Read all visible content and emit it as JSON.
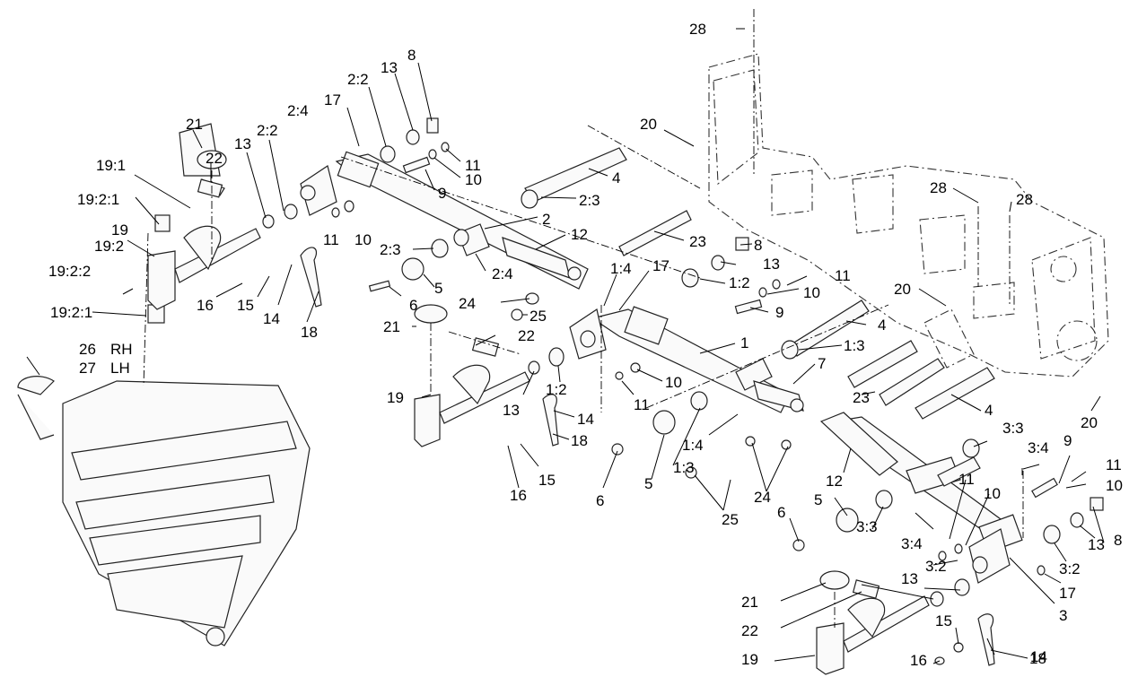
{
  "labels": {
    "l_28a": "28",
    "l_8a": "8",
    "l_13a": "13",
    "l_2_2a": "2:2",
    "l_21a": "21",
    "l_2_4a": "2:4",
    "l_17a": "17",
    "l_2_2b": "2:2",
    "l_13b": "13",
    "l_19_1": "19:1",
    "l_22a": "22",
    "l_11a": "11",
    "l_10a": "10",
    "l_9a": "9",
    "l_20a": "20",
    "l_4a": "4",
    "l_2_3a": "2:3",
    "l_19_2_1a": "19:2:1",
    "l_2": "2",
    "l_11b": "11",
    "l_10b": "10",
    "l_28b": "28",
    "l_28c": "28",
    "l_12a": "12",
    "l_19": "19",
    "l_19_2": "19:2",
    "l_2_3b": "2:3",
    "l_23a": "23",
    "l_8b": "8",
    "l_13c": "13",
    "l_19_2_2": "19:2:2",
    "l_1_4a": "1:4",
    "l_17b": "17",
    "l_2_4b": "2:4",
    "l_5a": "5",
    "l_11c": "11",
    "l_1_2a": "1:2",
    "l_10c": "10",
    "l_16a": "16",
    "l_15a": "15",
    "l_6a": "6",
    "l_20b": "20",
    "l_24a": "24",
    "l_9b": "9",
    "l_14a": "14",
    "l_18a": "18",
    "l_19_2_1b": "19:2:1",
    "l_25a": "25",
    "l_4b": "4",
    "l_21b": "21",
    "l_22b": "22",
    "l_1": "1",
    "l_1_3a": "1:3",
    "l_26": "26",
    "l_rh": "RH",
    "l_27": "27",
    "l_lh": "LH",
    "l_7": "7",
    "l_10d": "10",
    "l_11d": "11",
    "l_23b": "23",
    "l_19b": "19",
    "l_13d": "13",
    "l_1_2b": "1:2",
    "l_14b": "14",
    "l_18b": "18",
    "l_4c": "4",
    "l_20c": "20",
    "l_1_4b": "1:4",
    "l_3_3a": "3:3",
    "l_9c": "9",
    "l_3_4a": "3:4",
    "l_11e": "11",
    "l_15b": "15",
    "l_6b": "6",
    "l_12b": "12",
    "l_16b": "16",
    "l_1_3b": "1:3",
    "l_5b": "5",
    "l_24b": "24",
    "l_11f": "11",
    "l_10e": "10",
    "l_10f": "10",
    "l_25b": "25",
    "l_5c": "5",
    "l_6c": "6",
    "l_3_3b": "3:3",
    "l_3_4b": "3:4",
    "l_8c": "8",
    "l_13e": "13",
    "l_3_2a": "3:2",
    "l_13f": "13",
    "l_3_2b": "3:2",
    "l_21c": "21",
    "l_17c": "17",
    "l_22c": "22",
    "l_3": "3",
    "l_15c": "15",
    "l_14c": "14",
    "l_16c": "16",
    "l_18c": "18",
    "l_19c": "19"
  }
}
